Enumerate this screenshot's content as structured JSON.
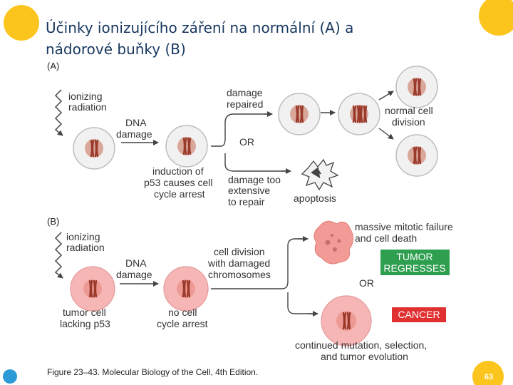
{
  "slide": {
    "title_line1": "Účinky ionizujícího záření na normální (A) a",
    "title_line2": "nádorové buňky (B)",
    "page_number": "63"
  },
  "panel_a": {
    "label": "(A)",
    "ionizing_1": "ionizing",
    "ionizing_2": "radiation",
    "dna_1": "DNA",
    "dna_2": "damage",
    "repaired_1": "damage",
    "repaired_2": "repaired",
    "or": "OR",
    "p53_1": "induction of",
    "p53_2": "p53 causes cell",
    "p53_3": "cycle arrest",
    "toomuch_1": "damage too",
    "toomuch_2": "extensive",
    "toomuch_3": "to repair",
    "apoptosis": "apoptosis",
    "normal_1": "normal cell",
    "normal_2": "division"
  },
  "panel_b": {
    "label": "(B)",
    "ionizing_1": "ionizing",
    "ionizing_2": "radiation",
    "dna_1": "DNA",
    "dna_2": "damage",
    "tumor_1": "tumor cell",
    "tumor_2": "lacking p53",
    "nocycle_1": "no cell",
    "nocycle_2": "cycle arrest",
    "division_1": "cell division",
    "division_2": "with damaged",
    "division_3": "chromosomes",
    "failure_1": "massive mitotic failure",
    "failure_2": "and cell death",
    "regresses_1": "TUMOR",
    "regresses_2": "REGRESSES",
    "or": "OR",
    "cancer": "CANCER",
    "evolution_1": "continued mutation, selection,",
    "evolution_2": "and tumor evolution"
  },
  "caption": "Figure 23–43. Molecular Biology of the Cell, 4th Edition.",
  "colors": {
    "title": "#17375e",
    "regress_box": "#2e9e4f",
    "cancer_box": "#e03030",
    "normal_cell": "#f1f1f1",
    "tumor_cell": "#f7b6b6",
    "chromosome": "#9a3a2b",
    "accent_yellow": "#fcc51e",
    "accent_blue": "#2b9ad6"
  }
}
